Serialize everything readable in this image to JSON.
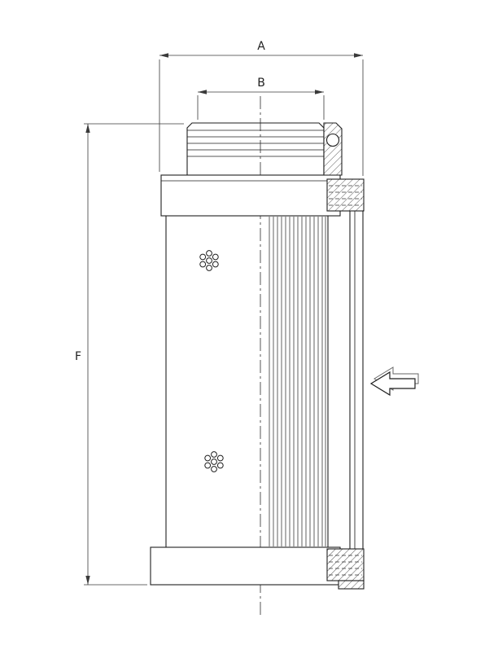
{
  "drawing": {
    "type": "technical-dimension-drawing",
    "subject": "hydraulic-filter-element-cross-section",
    "dimension_labels": {
      "a": "A",
      "b": "B",
      "f": "F"
    },
    "flow_arrow_direction": "left",
    "colors": {
      "line": "#1f1f1f",
      "background": "#ffffff"
    }
  }
}
